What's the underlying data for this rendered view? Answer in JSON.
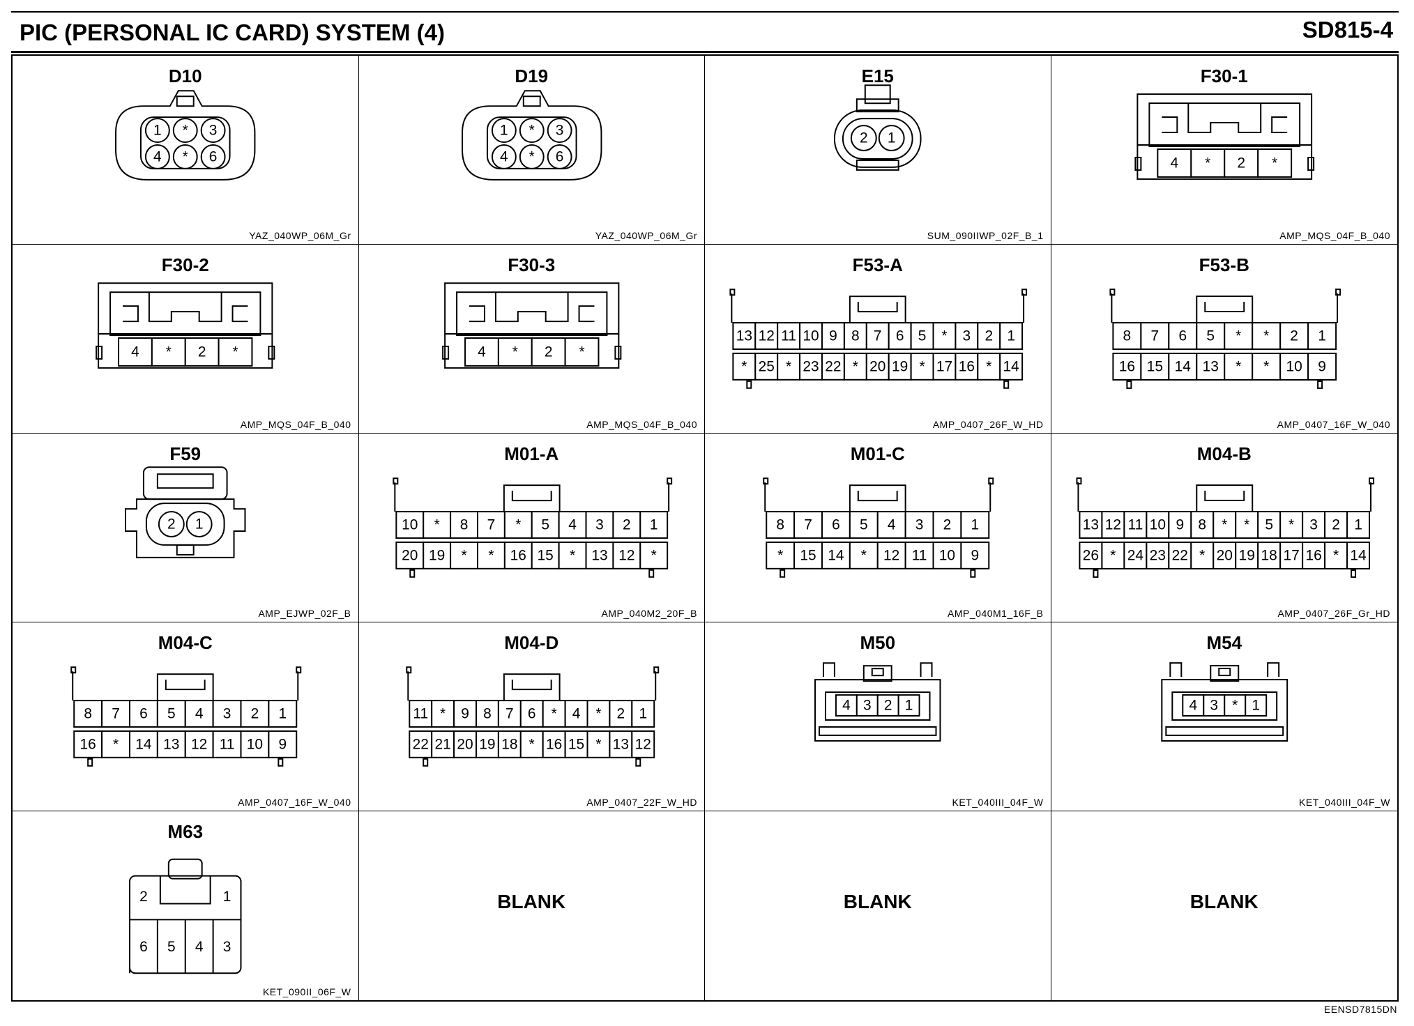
{
  "header": {
    "title": "PIC (PERSONAL IC CARD) SYSTEM (4)",
    "code": "SD815-4"
  },
  "connectors": [
    {
      "name": "D10",
      "code": "YAZ_040WP_06M_Gr",
      "style": "round6",
      "rows": [
        [
          "1",
          "*",
          "3"
        ],
        [
          "4",
          "*",
          "6"
        ]
      ]
    },
    {
      "name": "D19",
      "code": "YAZ_040WP_06M_Gr",
      "style": "round6",
      "rows": [
        [
          "1",
          "*",
          "3"
        ],
        [
          "4",
          "*",
          "6"
        ]
      ]
    },
    {
      "name": "E15",
      "code": "SUM_090IIWP_02F_B_1",
      "style": "oval2",
      "rows": [
        [
          "2",
          "1"
        ]
      ]
    },
    {
      "name": "F30-1",
      "code": "AMP_MQS_04F_B_040",
      "style": "mqs",
      "rows": [
        [
          "4",
          "*",
          "2",
          "*"
        ]
      ]
    },
    {
      "name": "F30-2",
      "code": "AMP_MQS_04F_B_040",
      "style": "mqs",
      "rows": [
        [
          "4",
          "*",
          "2",
          "*"
        ]
      ]
    },
    {
      "name": "F30-3",
      "code": "AMP_MQS_04F_B_040",
      "style": "mqs",
      "rows": [
        [
          "4",
          "*",
          "2",
          "*"
        ]
      ]
    },
    {
      "name": "F53-A",
      "code": "AMP_0407_26F_W_HD",
      "style": "grid",
      "rows": [
        [
          "13",
          "12",
          "11",
          "10",
          "9",
          "8",
          "7",
          "6",
          "5",
          "*",
          "3",
          "2",
          "1"
        ],
        [
          "*",
          "25",
          "*",
          "23",
          "22",
          "*",
          "20",
          "19",
          "*",
          "17",
          "16",
          "*",
          "14"
        ]
      ]
    },
    {
      "name": "F53-B",
      "code": "AMP_0407_16F_W_040",
      "style": "grid",
      "rows": [
        [
          "8",
          "7",
          "6",
          "5",
          "*",
          "*",
          "2",
          "1"
        ],
        [
          "16",
          "15",
          "14",
          "13",
          "*",
          "*",
          "10",
          "9"
        ]
      ]
    },
    {
      "name": "F59",
      "code": "AMP_EJWP_02F_B",
      "style": "ejwp",
      "rows": [
        [
          "2",
          "1"
        ]
      ]
    },
    {
      "name": "M01-A",
      "code": "AMP_040M2_20F_B",
      "style": "grid",
      "rows": [
        [
          "10",
          "*",
          "8",
          "7",
          "*",
          "5",
          "4",
          "3",
          "2",
          "1"
        ],
        [
          "20",
          "19",
          "*",
          "*",
          "16",
          "15",
          "*",
          "13",
          "12",
          "*"
        ]
      ]
    },
    {
      "name": "M01-C",
      "code": "AMP_040M1_16F_B",
      "style": "grid",
      "rows": [
        [
          "8",
          "7",
          "6",
          "5",
          "4",
          "3",
          "2",
          "1"
        ],
        [
          "*",
          "15",
          "14",
          "*",
          "12",
          "11",
          "10",
          "9"
        ]
      ]
    },
    {
      "name": "M04-B",
      "code": "AMP_0407_26F_Gr_HD",
      "style": "grid",
      "rows": [
        [
          "13",
          "12",
          "11",
          "10",
          "9",
          "8",
          "*",
          "*",
          "5",
          "*",
          "3",
          "2",
          "1"
        ],
        [
          "26",
          "*",
          "24",
          "23",
          "22",
          "*",
          "20",
          "19",
          "18",
          "17",
          "16",
          "*",
          "14"
        ]
      ]
    },
    {
      "name": "M04-C",
      "code": "AMP_0407_16F_W_040",
      "style": "grid",
      "rows": [
        [
          "8",
          "7",
          "6",
          "5",
          "4",
          "3",
          "2",
          "1"
        ],
        [
          "16",
          "*",
          "14",
          "13",
          "12",
          "11",
          "10",
          "9"
        ]
      ]
    },
    {
      "name": "M04-D",
      "code": "AMP_0407_22F_W_HD",
      "style": "grid",
      "rows": [
        [
          "11",
          "*",
          "9",
          "8",
          "7",
          "6",
          "*",
          "4",
          "*",
          "2",
          "1"
        ],
        [
          "22",
          "21",
          "20",
          "19",
          "18",
          "*",
          "16",
          "15",
          "*",
          "13",
          "12"
        ]
      ]
    },
    {
      "name": "M50",
      "code": "KET_040III_04F_W",
      "style": "ket4",
      "rows": [
        [
          "4",
          "3",
          "2",
          "1"
        ]
      ]
    },
    {
      "name": "M54",
      "code": "KET_040III_04F_W",
      "style": "ket4",
      "rows": [
        [
          "4",
          "3",
          "*",
          "1"
        ]
      ]
    },
    {
      "name": "M63",
      "code": "KET_090II_06F_W",
      "style": "ket6",
      "rows": [
        [
          "2",
          "1"
        ],
        [
          "6",
          "5",
          "4",
          "3"
        ]
      ]
    },
    {
      "name": "",
      "code": "",
      "style": "blank",
      "rows": [],
      "label": "BLANK"
    },
    {
      "name": "",
      "code": "",
      "style": "blank",
      "rows": [],
      "label": "BLANK"
    },
    {
      "name": "",
      "code": "",
      "style": "blank",
      "rows": [],
      "label": "BLANK"
    }
  ],
  "footer": {
    "code": "EENSD7815DN"
  }
}
